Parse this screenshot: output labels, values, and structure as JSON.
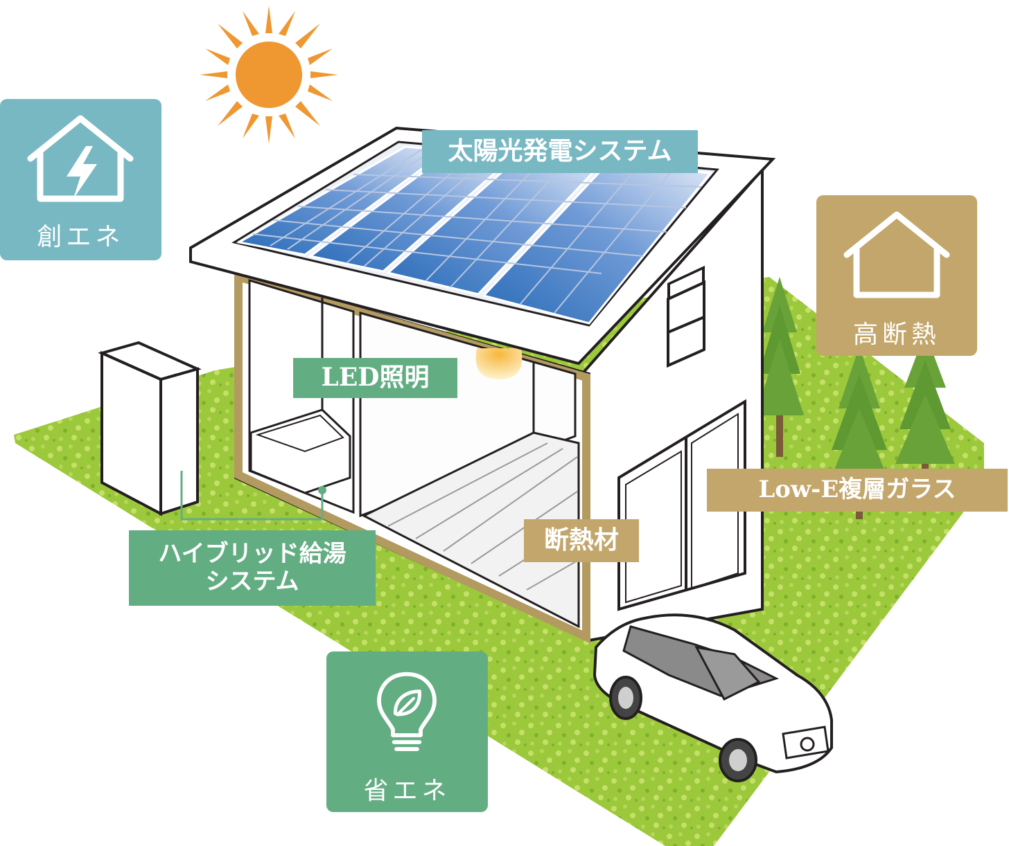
{
  "badges": {
    "create_energy": {
      "label": "創エネ",
      "color": "#78b8c2",
      "icon": "house-lightning-icon"
    },
    "high_insulation": {
      "label": "高断熱",
      "color": "#c2a66b",
      "icon": "house-outline-icon"
    },
    "save_energy": {
      "label": "省エネ",
      "color": "#63ad83",
      "icon": "lightbulb-leaf-icon"
    }
  },
  "labels": {
    "solar": "太陽光発電システム",
    "led": "LED照明",
    "hybrid_line1": "ハイブリッド給湯",
    "hybrid_line2": "システム",
    "insulation": "断熱材",
    "lowe": "Low-E複層ガラス"
  },
  "colors": {
    "teal": "#78b8c2",
    "green": "#63ad83",
    "gold": "#c2a66b",
    "lawn": "#9cc83c",
    "sun": "#ef9731"
  }
}
